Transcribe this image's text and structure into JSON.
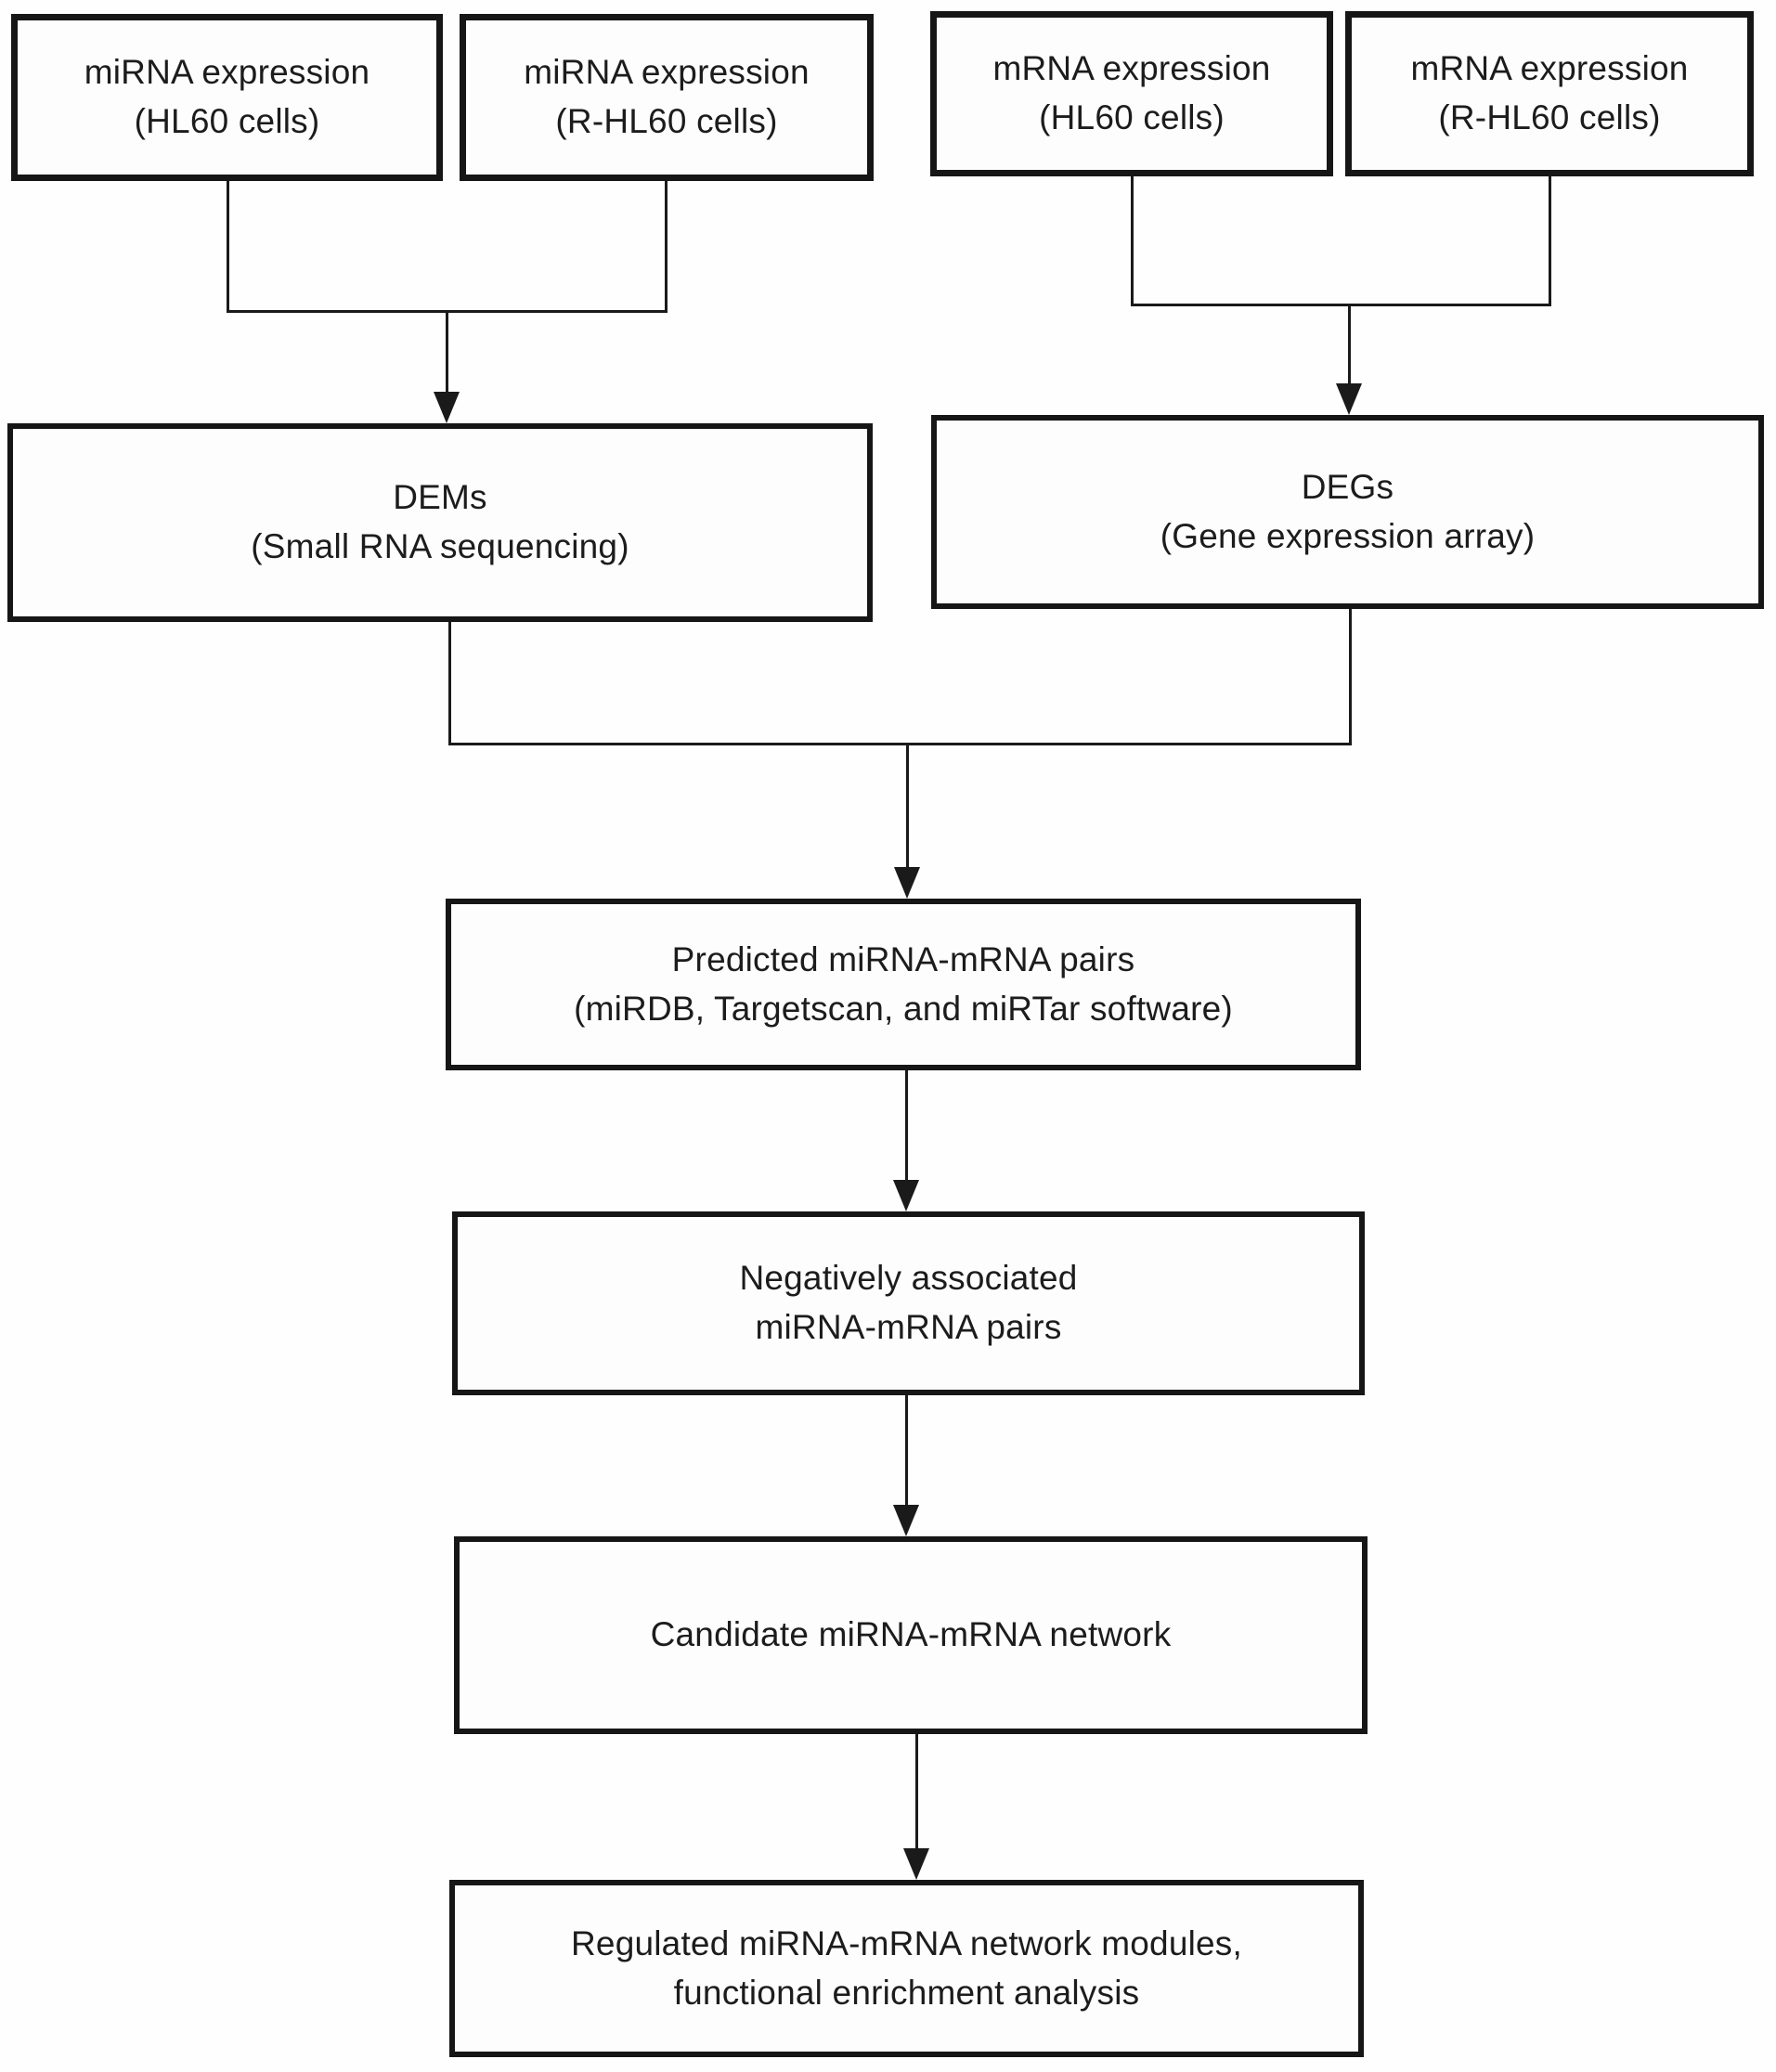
{
  "figure_type": "flowchart",
  "boxes": {
    "mirna_hl60": {
      "line1": "miRNA expression",
      "line2": "(HL60 cells)"
    },
    "mirna_rhl60": {
      "line1": "miRNA expression",
      "line2": "(R-HL60 cells)"
    },
    "mrna_hl60": {
      "line1": "mRNA expression",
      "line2": "(HL60 cells)"
    },
    "mrna_rhl60": {
      "line1": "mRNA expression",
      "line2": "(R-HL60 cells)"
    },
    "dems": {
      "line1": "DEMs",
      "line2": "(Small RNA sequencing)"
    },
    "degs": {
      "line1": "DEGs",
      "line2": "(Gene expression array)"
    },
    "predicted": {
      "line1": "Predicted miRNA-mRNA pairs",
      "line2": "(miRDB, Targetscan, and miRTar software)"
    },
    "negative": {
      "line1": "Negatively associated",
      "line2": "miRNA-mRNA pairs"
    },
    "candidate": {
      "line1": "Candidate miRNA-mRNA network"
    },
    "regulated": {
      "line1": "Regulated miRNA-mRNA network modules,",
      "line2": "functional enrichment analysis"
    }
  },
  "colors": {
    "background": "#ffffff",
    "box_border": "#161616",
    "connector_line": "#1a1a1a",
    "text": "#1c1c1c"
  }
}
